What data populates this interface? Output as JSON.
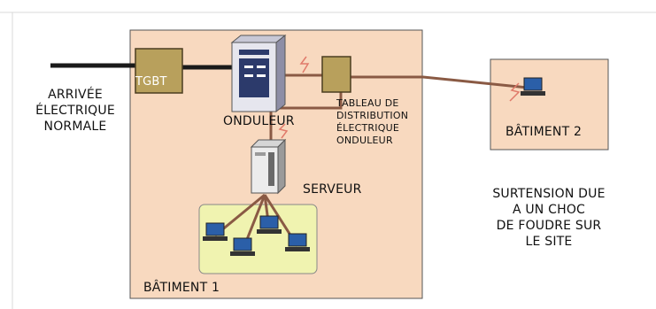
{
  "labels": {
    "arrivee_lines": [
      "ARRIVÉE",
      "ÉLECTRIQUE",
      "NORMALE"
    ],
    "tgbt": "TGBT",
    "onduleur": "ONDULEUR",
    "tableau_lines": [
      "TABLEAU DE",
      "DISTRIBUTION",
      "ÉLECTRIQUE",
      "ONDULEUR"
    ],
    "serveur": "SERVEUR",
    "batiment1": "BÂTIMENT 1",
    "batiment2": "BÂTIMENT 2",
    "surtension_lines": [
      "SURTENSION DUE",
      "A UN CHOC",
      "DE FOUDRE SUR",
      "LE SITE"
    ]
  },
  "colors": {
    "building_fill": "#f8d9bf",
    "lan_fill": "#f0f3b0",
    "panel_fill": "#b8a05c",
    "power_cable": "#1a1a1a",
    "network_cable": "#8a5a44",
    "lightning": "#e07a6a"
  },
  "icons": [
    "ups-icon",
    "server-icon",
    "computer-icon",
    "lightning-icon",
    "panel-icon"
  ]
}
